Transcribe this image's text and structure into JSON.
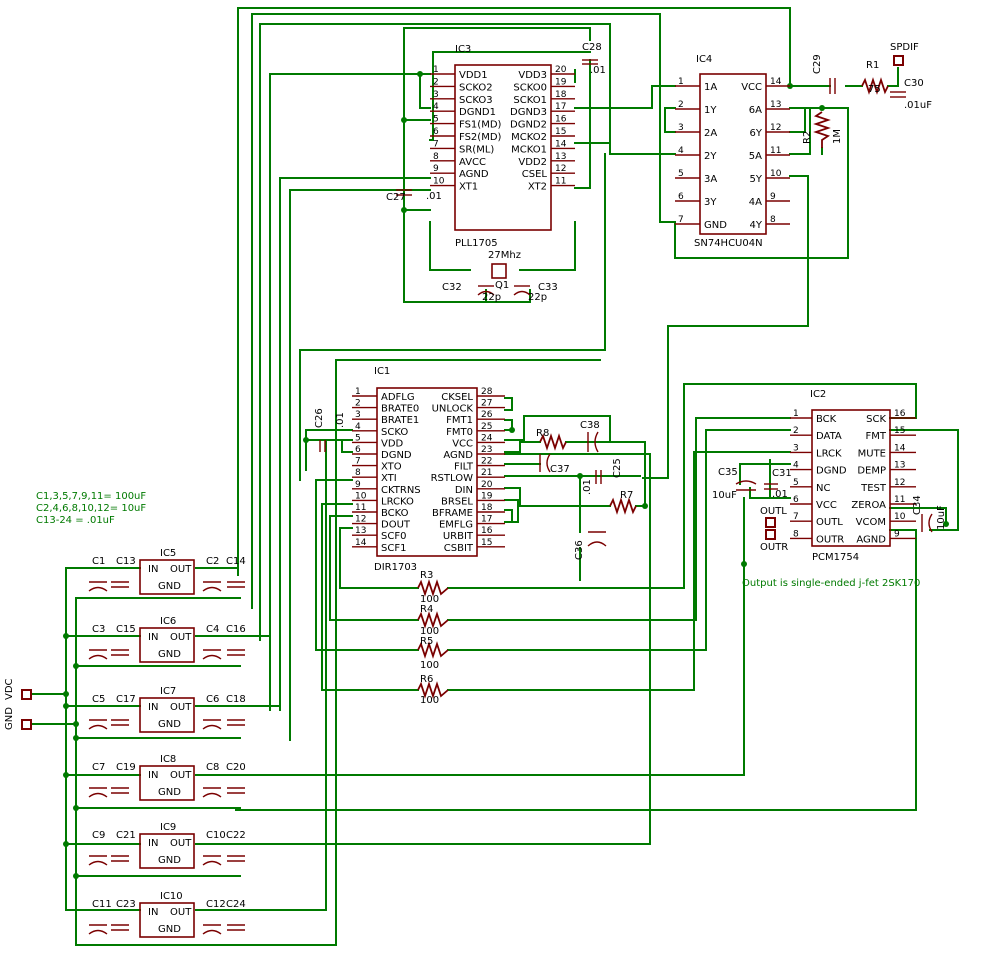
{
  "title": "",
  "notes": {
    "line1": "C1,3,5,7,9,11= 100uF",
    "line2": "C2,4,6,8,10,12= 10uF",
    "line3": "C13-24 = .01uF",
    "output": "Output is single-ended j-fet 2SK170"
  },
  "power": {
    "vdc": "VDC",
    "gnd": "GND"
  },
  "ic1": {
    "name": "IC1",
    "part": "DIR1703",
    "left_pins": [
      {
        "n": "1",
        "label": "ADFLG"
      },
      {
        "n": "2",
        "label": "BRATE0"
      },
      {
        "n": "3",
        "label": "BRATE1"
      },
      {
        "n": "4",
        "label": "SCKO"
      },
      {
        "n": "5",
        "label": "VDD"
      },
      {
        "n": "6",
        "label": "DGND"
      },
      {
        "n": "7",
        "label": "XTO"
      },
      {
        "n": "8",
        "label": "XTI"
      },
      {
        "n": "9",
        "label": "CKTRNS"
      },
      {
        "n": "10",
        "label": "LRCKO"
      },
      {
        "n": "11",
        "label": "BCKO"
      },
      {
        "n": "12",
        "label": "DOUT"
      },
      {
        "n": "13",
        "label": "SCF0"
      },
      {
        "n": "14",
        "label": "SCF1"
      }
    ],
    "right_pins": [
      {
        "n": "28",
        "label": "CKSEL"
      },
      {
        "n": "27",
        "label": "UNLOCK"
      },
      {
        "n": "26",
        "label": "FMT1"
      },
      {
        "n": "25",
        "label": "FMT0"
      },
      {
        "n": "24",
        "label": "VCC"
      },
      {
        "n": "23",
        "label": "AGND"
      },
      {
        "n": "22",
        "label": "FILT"
      },
      {
        "n": "21",
        "label": "RSTLOW"
      },
      {
        "n": "20",
        "label": "DIN"
      },
      {
        "n": "19",
        "label": "BRSEL"
      },
      {
        "n": "18",
        "label": "BFRAME"
      },
      {
        "n": "17",
        "label": "EMFLG"
      },
      {
        "n": "16",
        "label": "URBIT"
      },
      {
        "n": "15",
        "label": "CSBIT"
      }
    ]
  },
  "ic2": {
    "name": "IC2",
    "part": "PCM1754",
    "left_pins": [
      {
        "n": "1",
        "label": "BCK"
      },
      {
        "n": "2",
        "label": "DATA"
      },
      {
        "n": "3",
        "label": "LRCK"
      },
      {
        "n": "4",
        "label": "DGND"
      },
      {
        "n": "5",
        "label": "NC"
      },
      {
        "n": "6",
        "label": "VCC"
      },
      {
        "n": "7",
        "label": "OUTL"
      },
      {
        "n": "8",
        "label": "OUTR"
      }
    ],
    "right_pins": [
      {
        "n": "16",
        "label": "SCK"
      },
      {
        "n": "15",
        "label": "FMT"
      },
      {
        "n": "14",
        "label": "MUTE"
      },
      {
        "n": "13",
        "label": "DEMP"
      },
      {
        "n": "12",
        "label": "TEST"
      },
      {
        "n": "11",
        "label": "ZEROA"
      },
      {
        "n": "10",
        "label": "VCOM"
      },
      {
        "n": "9",
        "label": "AGND"
      }
    ],
    "outl": "OUTL",
    "outr": "OUTR"
  },
  "ic3": {
    "name": "IC3",
    "part": "PLL1705",
    "left_pins": [
      {
        "n": "1",
        "label": "VDD1"
      },
      {
        "n": "2",
        "label": "SCKO2"
      },
      {
        "n": "3",
        "label": "SCKO3"
      },
      {
        "n": "4",
        "label": "DGND1"
      },
      {
        "n": "5",
        "label": "FS1(MD)"
      },
      {
        "n": "6",
        "label": "FS2(MD)"
      },
      {
        "n": "7",
        "label": "SR(ML)"
      },
      {
        "n": "8",
        "label": "AVCC"
      },
      {
        "n": "9",
        "label": "AGND"
      },
      {
        "n": "10",
        "label": "XT1"
      }
    ],
    "right_pins": [
      {
        "n": "20",
        "label": "VDD3"
      },
      {
        "n": "19",
        "label": "SCKO0"
      },
      {
        "n": "18",
        "label": "SCKO1"
      },
      {
        "n": "17",
        "label": "DGND3"
      },
      {
        "n": "16",
        "label": "DGND2"
      },
      {
        "n": "15",
        "label": "MCKO2"
      },
      {
        "n": "14",
        "label": "MCKO1"
      },
      {
        "n": "13",
        "label": "VDD2"
      },
      {
        "n": "12",
        "label": "CSEL"
      },
      {
        "n": "11",
        "label": "XT2"
      }
    ]
  },
  "ic4": {
    "name": "IC4",
    "part": "SN74HCU04N",
    "left_pins": [
      {
        "n": "1",
        "label": "1A"
      },
      {
        "n": "2",
        "label": "1Y"
      },
      {
        "n": "3",
        "label": "2A"
      },
      {
        "n": "4",
        "label": "2Y"
      },
      {
        "n": "5",
        "label": "3A"
      },
      {
        "n": "6",
        "label": "3Y"
      },
      {
        "n": "7",
        "label": "GND"
      }
    ],
    "right_pins": [
      {
        "n": "14",
        "label": "VCC"
      },
      {
        "n": "13",
        "label": "6A"
      },
      {
        "n": "12",
        "label": "6Y"
      },
      {
        "n": "11",
        "label": "5A"
      },
      {
        "n": "10",
        "label": "5Y"
      },
      {
        "n": "9",
        "label": "4A"
      },
      {
        "n": "8",
        "label": "4Y"
      }
    ]
  },
  "regulators": [
    {
      "name": "IC5",
      "cin": "C1",
      "cin2": "C13",
      "cout": "C2",
      "cout2": "C14"
    },
    {
      "name": "IC6",
      "cin": "C3",
      "cin2": "C15",
      "cout": "C4",
      "cout2": "C16"
    },
    {
      "name": "IC7",
      "cin": "C5",
      "cin2": "C17",
      "cout": "C6",
      "cout2": "C18"
    },
    {
      "name": "IC8",
      "cin": "C7",
      "cin2": "C19",
      "cout": "C8",
      "cout2": "C20"
    },
    {
      "name": "IC9",
      "cin": "C9",
      "cin2": "C21",
      "cout": "C10",
      "cout2": "C22"
    },
    {
      "name": "IC10",
      "cin": "C11",
      "cin2": "C23",
      "cout": "C12",
      "cout2": "C24"
    }
  ],
  "reg_pins": {
    "in": "IN",
    "out": "OUT",
    "gnd": "GND"
  },
  "parts": {
    "c28": "C28",
    "c28v": ".01",
    "c27": "C27",
    "c27v": ".01",
    "c29": "C29",
    "r1": "R1",
    "r1v": "75",
    "c30": "C30",
    "c30v": ".01uF",
    "spdif": "SPDIF",
    "r2": "R2",
    "r2v": "1M",
    "q1": "Q1",
    "q1v": "27Mhz",
    "c32": "C32",
    "c32v": "22p",
    "c33": "C33",
    "c33v": "22p",
    "c26": "C26",
    "c26v": ".01",
    "r8": "R8",
    "c38": "C38",
    "c37": "C37",
    "c25": "C25",
    "c25v": ".01",
    "r7": "R7",
    "c36": "C36",
    "r3": "R3",
    "r3v": "100",
    "r4": "R4",
    "r4v": "100",
    "r5": "R5",
    "r5v": "100",
    "r6": "R6",
    "r6v": "100",
    "c35": "C35",
    "c35v": "10uF",
    "c31": "C31",
    "c31v": ".01",
    "c34": "C34",
    "c34v": "10uF"
  }
}
